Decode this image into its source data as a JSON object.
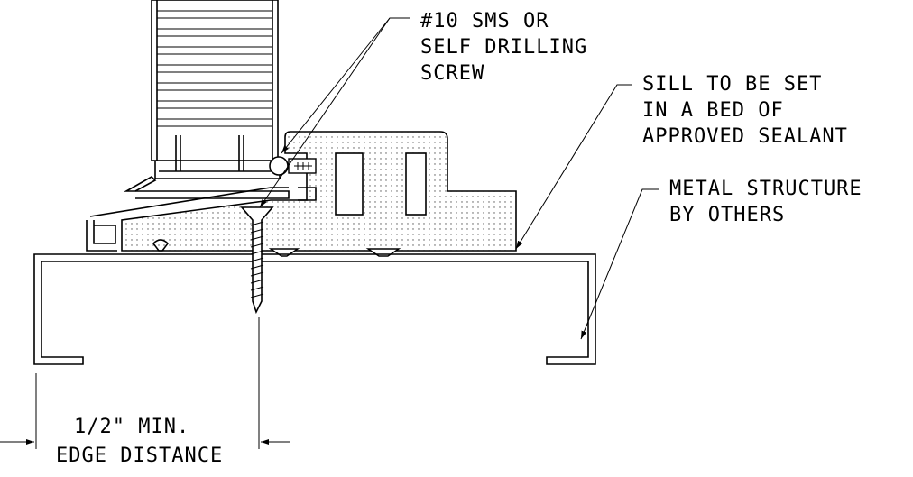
{
  "notes": {
    "screw": [
      "#10 SMS OR",
      "SELF DRILLING",
      "SCREW"
    ],
    "sill": [
      "SILL TO BE SET",
      "IN A BED OF",
      "APPROVED SEALANT"
    ],
    "metal": [
      "METAL STRUCTURE",
      "BY OTHERS"
    ],
    "dimension": [
      "1/2\" MIN.",
      "EDGE DISTANCE"
    ]
  }
}
